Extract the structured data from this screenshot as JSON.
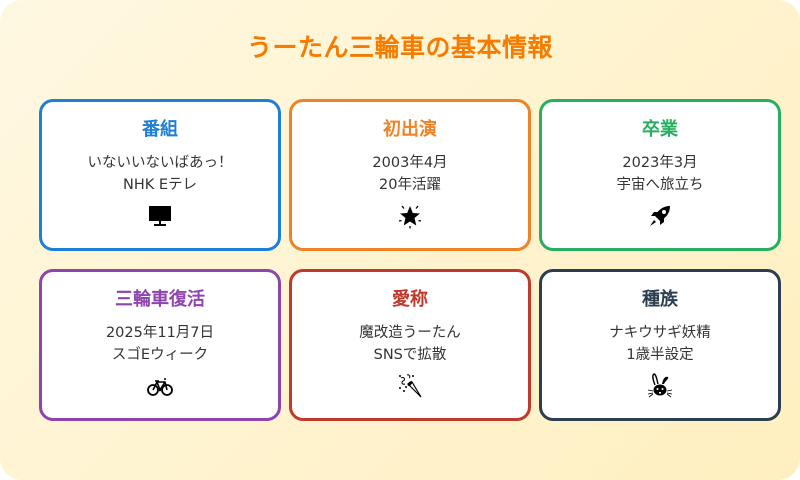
{
  "title": "うーたん三輪車の基本情報",
  "colors": {
    "background_start": "#fff8e1",
    "background_end": "#ffefc0",
    "title": "#f57c00"
  },
  "cards": [
    {
      "title": "番組",
      "lines": [
        "いないいないばあっ！",
        "NHK Eテレ"
      ],
      "icon": "tv-icon",
      "color": "#1e7fd8"
    },
    {
      "title": "初出演",
      "lines": [
        "2003年4月",
        "20年活躍"
      ],
      "icon": "star-icon",
      "color": "#ee8226"
    },
    {
      "title": "卒業",
      "lines": [
        "2023年3月",
        "宇宙へ旅立ち"
      ],
      "icon": "rocket-icon",
      "color": "#27ae60"
    },
    {
      "title": "三輪車復活",
      "lines": [
        "2025年11月7日",
        "スゴEウィーク"
      ],
      "icon": "bicycle-icon",
      "color": "#8e44ad"
    },
    {
      "title": "愛称",
      "lines": [
        "魔改造うーたん",
        "SNSで拡散"
      ],
      "icon": "party-popper-icon",
      "color": "#c0392b"
    },
    {
      "title": "種族",
      "lines": [
        "ナキウサギ妖精",
        "1歳半設定"
      ],
      "icon": "rabbit-icon",
      "color": "#2c3e50"
    }
  ]
}
